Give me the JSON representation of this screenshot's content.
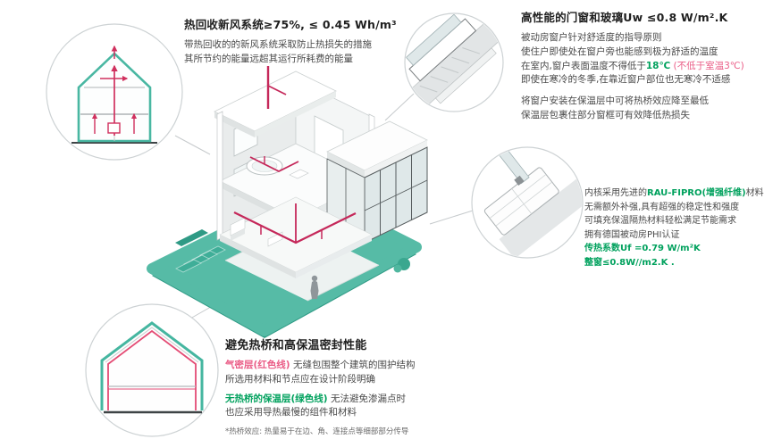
{
  "palette": {
    "teal_ground": "#56bba6",
    "accent_green_text": "#00a15d",
    "accent_pink_text": "#ea5c86",
    "duct_red": "#c5285a",
    "callout_ring": "#cdd2d4"
  },
  "sections": {
    "ventilation": {
      "title": "热回收新风系统≥75%, ≤ 0.45 Wh/m³",
      "body1": "带热回收的的新风系统采取防止热损失的措施",
      "body2": "其所节约的能量远超其运行所耗费的能量"
    },
    "windows": {
      "title": "高性能的门窗和玻璃Uw ≤0.8 W/m².K",
      "p1l1": "被动房窗户针对舒适度的指导原则",
      "p1l2": "使住户即使处在窗户旁也能感到极为舒适的温度",
      "p1l3a": "在室内,窗户表面温度不得低于",
      "p1l3b": "18℃",
      "p1l3c": " (不低于室温3℃)",
      "p1l4": "即使在寒冷的冬季,在靠近窗户部位也无寒冷不适感",
      "p2l1": "将窗户安装在保温层中可将热桥效应降至最低",
      "p2l2": "保温层包裹住部分窗框可有效降低热损失"
    },
    "profile": {
      "l1a": "内核采用先进的",
      "l1b": "RAU-FIPRO(增强纤维)",
      "l1c": "材料",
      "l2": "无需额外补强,具有超强的稳定性和强度",
      "l3": "可填充保温隔热材料轻松满足节能需求",
      "l4": "拥有德国被动房PHI认证",
      "l5": "传热系数Uf =0.79 W/m²K",
      "l6": "整窗≤0.8W//m2.K ."
    },
    "thermal": {
      "title": "避免热桥和高保温密封性能",
      "l1a": "气密层(红色线)",
      "l1b": " 无缝包围整个建筑的围护结构",
      "l2": "所选用材料和节点应在设计阶段明确",
      "l3a": "无热桥的保温层(绿色线)",
      "l3b": " 无法避免渗漏点时",
      "l4": "也应采用导热最慢的组件和材料",
      "footnote": "*热桥效应: 热量易于在边、角、连接点等细部部分传导"
    }
  }
}
